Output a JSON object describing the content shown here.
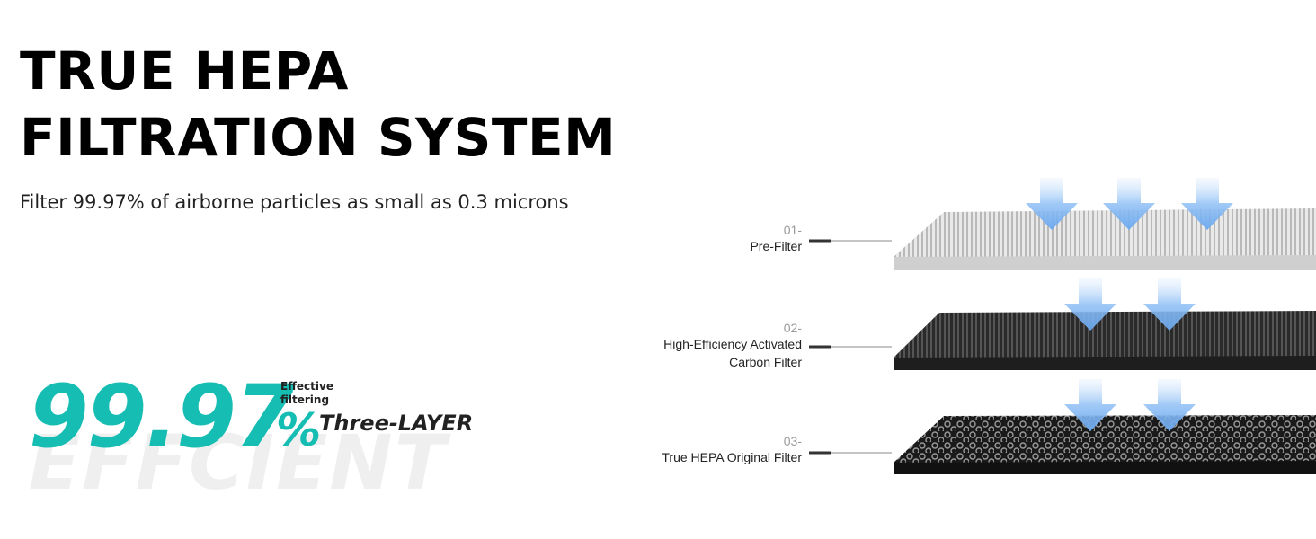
{
  "header": {
    "title_line1": "TRUE HEPA",
    "title_line2": "FILTRATION SYSTEM",
    "subtitle": "Filter 99.97% of airborne particles as small as 0.3 microns"
  },
  "stat": {
    "value": "99.97",
    "percent": "%",
    "effective": "Effective",
    "filtering": "filtering",
    "layer": "Three-LAYER",
    "watermark": "EFFCIENT",
    "accent_color": "#16bdb3"
  },
  "layers": [
    {
      "number": "01-",
      "name_line1": "Pre-Filter",
      "name_line2": ""
    },
    {
      "number": "02-",
      "name_line1": "High-Efficiency Activated",
      "name_line2": "Carbon Filter"
    },
    {
      "number": "03-",
      "name_line1": "True HEPA Original Filter",
      "name_line2": ""
    }
  ]
}
